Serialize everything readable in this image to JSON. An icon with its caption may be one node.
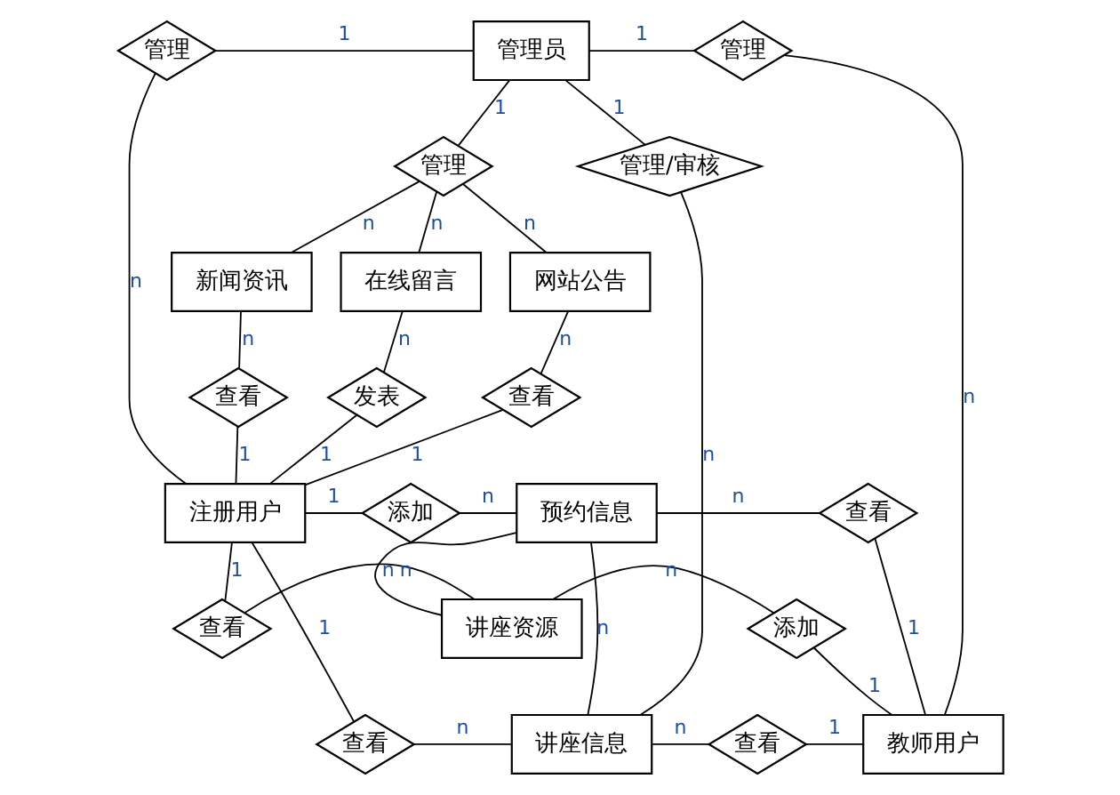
{
  "diagram": {
    "nodes": [
      {
        "text": [
          "管理"
        ]
      },
      {
        "text": [
          "管理员"
        ]
      },
      {
        "text": [
          "管理"
        ]
      },
      {
        "text": [
          "管理"
        ]
      },
      {
        "text": [
          "网站公告"
        ]
      },
      {
        "text": [
          "新闻资讯"
        ]
      },
      {
        "text": [
          "在线留言"
        ]
      },
      {
        "text": [
          "管理/审核"
        ]
      },
      {
        "text": [
          "查看"
        ]
      },
      {
        "text": [
          "发表"
        ]
      },
      {
        "text": [
          "查看"
        ]
      },
      {
        "text": [
          "查看"
        ]
      },
      {
        "text": [
          "讲座信息"
        ]
      },
      {
        "text": [
          "查看"
        ]
      },
      {
        "text": [
          "教师用户"
        ]
      },
      {
        "text": [
          "添加"
        ]
      },
      {
        "text": [
          "预约信息"
        ]
      },
      {
        "text": [
          "查看"
        ]
      },
      {
        "text": [
          "注册用户"
        ]
      },
      {
        "text": [
          "查看"
        ]
      },
      {
        "text": [
          "讲座资源"
        ]
      },
      {
        "text": [
          "添加"
        ]
      }
    ],
    "edges": [
      {
        "from": 0,
        "to": 1,
        "arrow": "none",
        "label": "1"
      },
      {
        "from": 0,
        "to": 18,
        "arrow": "none",
        "label": "n"
      },
      {
        "from": 1,
        "to": 2,
        "arrow": "none",
        "label": "1"
      },
      {
        "from": 2,
        "to": 14,
        "arrow": "none",
        "label": "n"
      },
      {
        "from": 1,
        "to": 3,
        "arrow": "none",
        "label": "1"
      },
      {
        "from": 3,
        "to": 4,
        "arrow": "none",
        "label": "n"
      },
      {
        "from": 3,
        "to": 5,
        "arrow": "none",
        "label": "n"
      },
      {
        "from": 3,
        "to": 6,
        "arrow": "none",
        "label": "n"
      },
      {
        "from": 1,
        "to": 7,
        "arrow": "none",
        "label": "1"
      },
      {
        "from": 7,
        "to": 12,
        "arrow": "none",
        "label": "n"
      },
      {
        "from": 4,
        "to": 8,
        "arrow": "none",
        "label": "n"
      },
      {
        "from": 8,
        "to": 18,
        "arrow": "none",
        "label": "1"
      },
      {
        "from": 5,
        "to": 10,
        "arrow": "none",
        "label": "n"
      },
      {
        "from": 10,
        "to": 18,
        "arrow": "none",
        "label": "1"
      },
      {
        "from": 6,
        "to": 9,
        "arrow": "none",
        "label": "n"
      },
      {
        "from": 9,
        "to": 18,
        "arrow": "none",
        "label": "1"
      },
      {
        "from": 18,
        "to": 11,
        "arrow": "none",
        "label": "1"
      },
      {
        "from": 11,
        "to": 12,
        "arrow": "none",
        "label": "n"
      },
      {
        "from": 18,
        "to": 15,
        "arrow": "none",
        "label": "1"
      },
      {
        "from": 15,
        "to": 16,
        "arrow": "none",
        "label": "n"
      },
      {
        "from": 18,
        "to": 19,
        "arrow": "none",
        "label": "1"
      },
      {
        "from": 19,
        "to": 20,
        "arrow": "none",
        "label": "n"
      },
      {
        "from": 12,
        "to": 16,
        "arrow": "none",
        "label": "n"
      },
      {
        "from": 16,
        "to": 20,
        "arrow": "none",
        "label": "n"
      },
      {
        "from": 12,
        "to": 13,
        "arrow": "none",
        "label": "n"
      },
      {
        "from": 13,
        "to": 14,
        "arrow": "none",
        "label": "1"
      },
      {
        "from": 16,
        "to": 17,
        "arrow": "none",
        "label": "n"
      },
      {
        "from": 17,
        "to": 14,
        "arrow": "none",
        "label": "1"
      },
      {
        "from": 20,
        "to": 21,
        "arrow": "none",
        "label": "n"
      },
      {
        "from": 21,
        "to": 14,
        "arrow": "none",
        "label": "1"
      }
    ]
  }
}
